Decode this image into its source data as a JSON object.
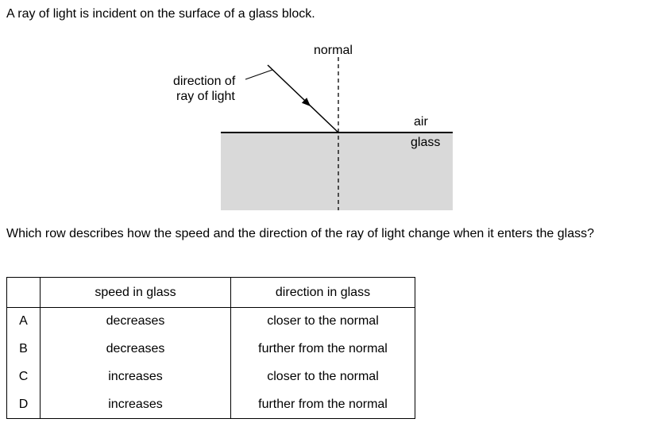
{
  "intro": "A ray of light is incident on the surface of a glass block.",
  "question": "Which row describes how the speed and the direction of the ray of light change when it enters the glass?",
  "diagram": {
    "normal_label": "normal",
    "ray_label_line1": "direction of",
    "ray_label_line2": "ray of light",
    "air_label": "air",
    "glass_label": "glass",
    "glass_fill": "#d9d9d9",
    "line_color": "#000000"
  },
  "table": {
    "headers": [
      "",
      "speed in glass",
      "direction in glass"
    ],
    "rows": [
      {
        "option": "A",
        "speed": "decreases",
        "direction": "closer to the normal"
      },
      {
        "option": "B",
        "speed": "decreases",
        "direction": "further from the normal"
      },
      {
        "option": "C",
        "speed": "increases",
        "direction": "closer to the normal"
      },
      {
        "option": "D",
        "speed": "increases",
        "direction": "further from the normal"
      }
    ]
  }
}
